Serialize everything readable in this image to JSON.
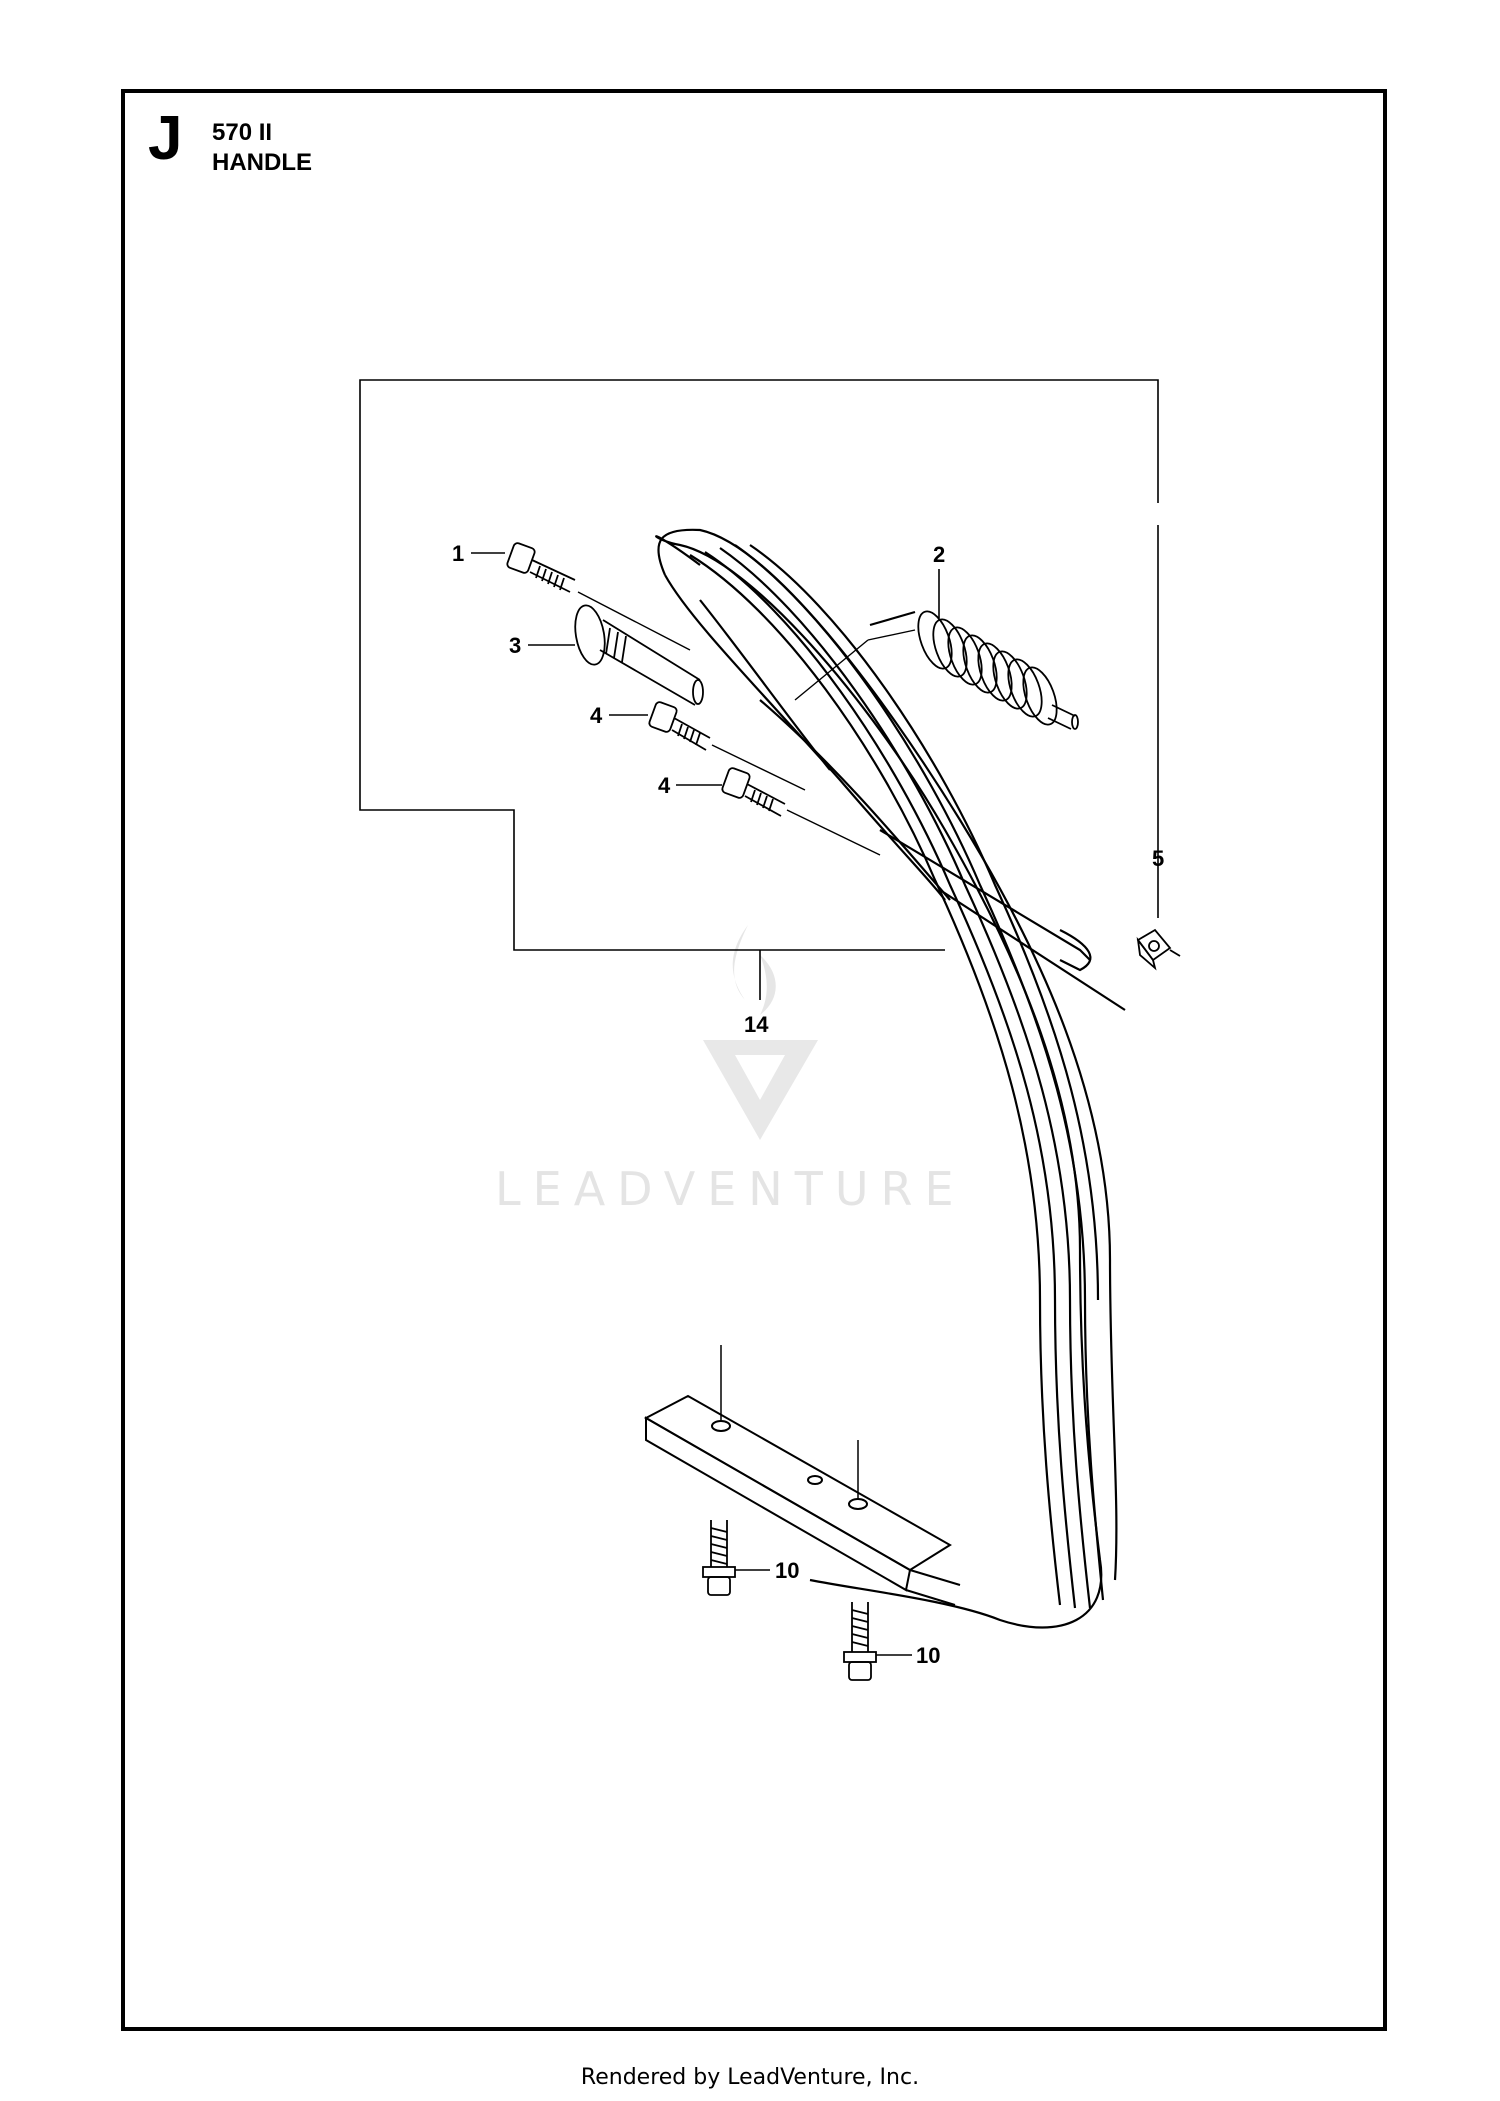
{
  "header": {
    "section": "J",
    "model": "570 II",
    "title": "HANDLE"
  },
  "callouts": [
    {
      "id": "c1",
      "label": "1"
    },
    {
      "id": "c2",
      "label": "2"
    },
    {
      "id": "c3",
      "label": "3"
    },
    {
      "id": "c4a",
      "label": "4"
    },
    {
      "id": "c4b",
      "label": "4"
    },
    {
      "id": "c5",
      "label": "5"
    },
    {
      "id": "c14",
      "label": "14"
    },
    {
      "id": "c10a",
      "label": "10"
    },
    {
      "id": "c10b",
      "label": "10"
    }
  ],
  "watermark": {
    "text": "LEADVENTURE"
  },
  "footer": {
    "text": "Rendered by LeadVenture, Inc."
  }
}
